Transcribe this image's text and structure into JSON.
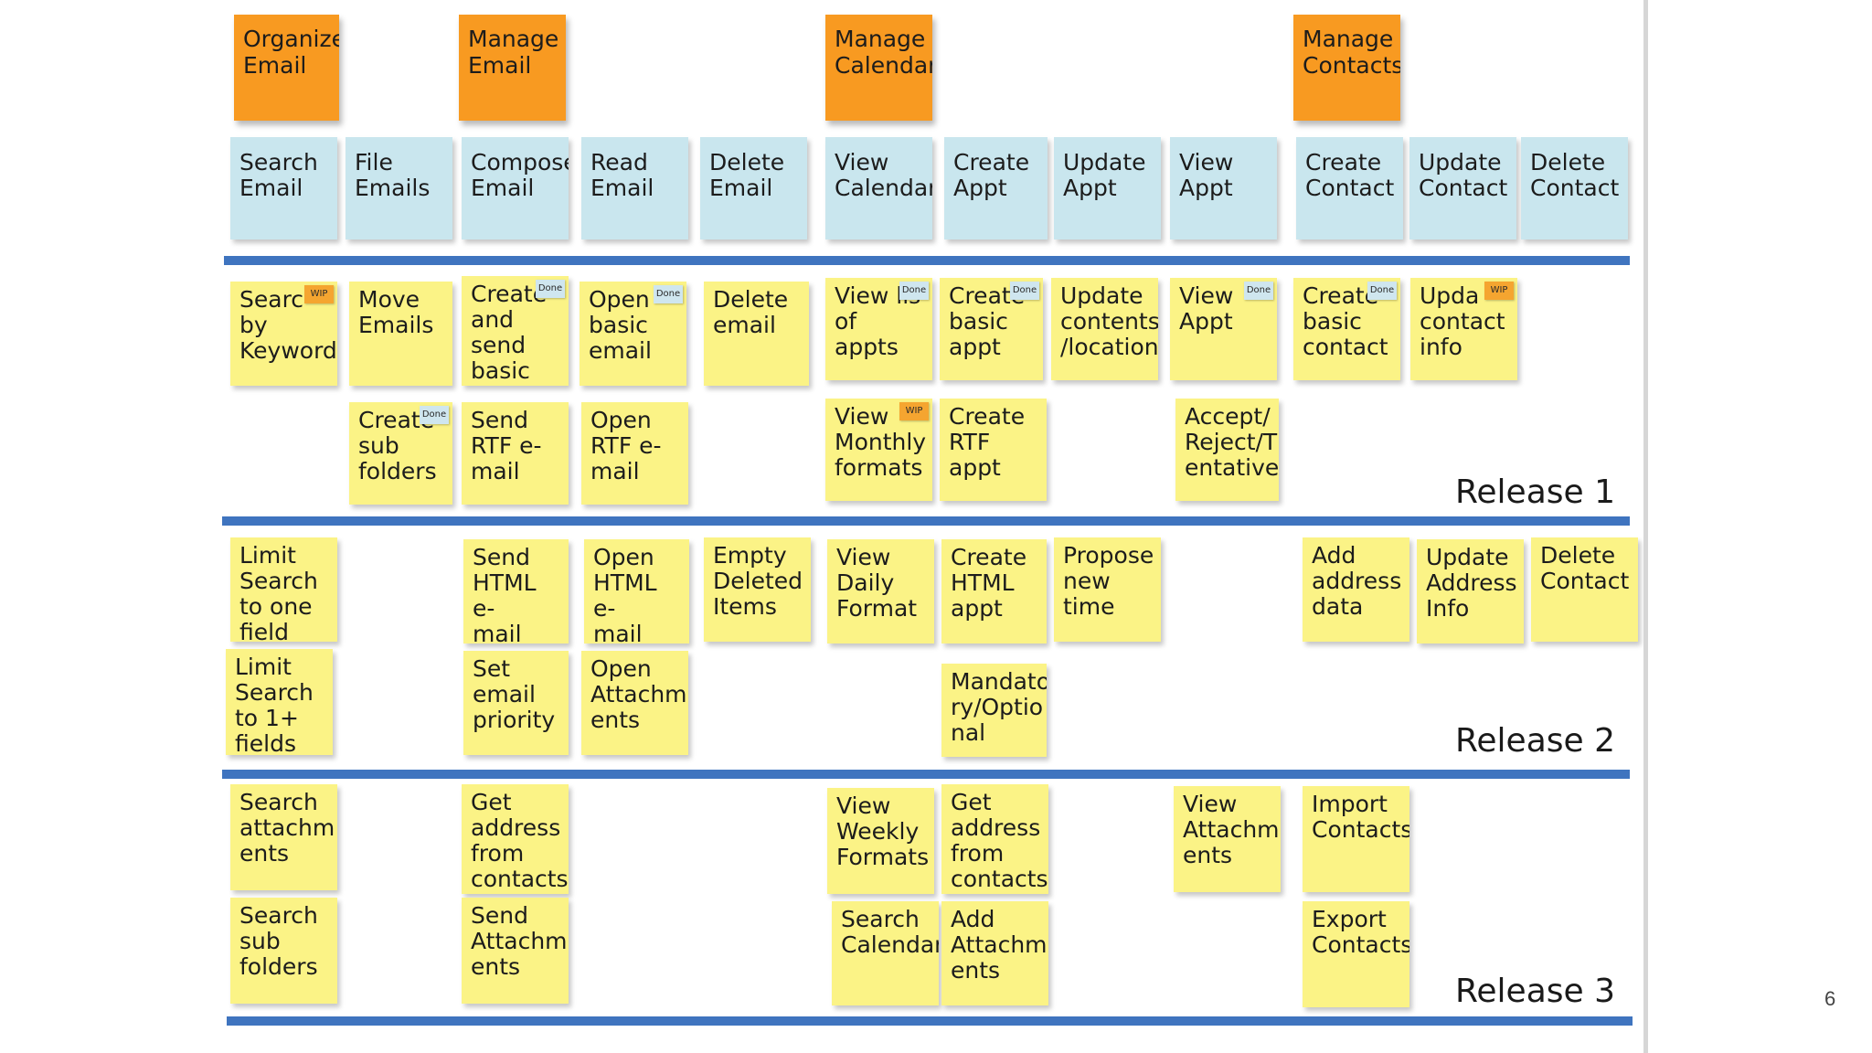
{
  "activities": [
    {
      "id": "organize-email",
      "text": "Organize\nEmail"
    },
    {
      "id": "manage-email",
      "text": "Manage\nEmail"
    },
    {
      "id": "manage-calendar",
      "text": "Manage\nCalendar"
    },
    {
      "id": "manage-contacts",
      "text": "Manage\nContacts"
    }
  ],
  "tasks": [
    {
      "id": "search-email",
      "text": "Search\nEmail"
    },
    {
      "id": "file-emails",
      "text": "File\nEmails"
    },
    {
      "id": "compose-email",
      "text": "Compose\nEmail"
    },
    {
      "id": "read-email",
      "text": "Read\nEmail"
    },
    {
      "id": "delete-email",
      "text": "Delete\nEmail"
    },
    {
      "id": "view-calendar",
      "text": "View\nCalendar"
    },
    {
      "id": "create-appt",
      "text": "Create\nAppt"
    },
    {
      "id": "update-appt",
      "text": "Update\nAppt"
    },
    {
      "id": "view-appt",
      "text": "View\nAppt"
    },
    {
      "id": "create-contact",
      "text": "Create\nContact"
    },
    {
      "id": "update-contact",
      "text": "Update\nContact"
    },
    {
      "id": "delete-contact",
      "text": "Delete\nContact"
    }
  ],
  "releases": [
    {
      "label": "Release 1",
      "stories": [
        {
          "id": "search-by-keyword",
          "text": "Searc\nby\nKeyword",
          "tag": "WIP"
        },
        {
          "id": "move-emails",
          "text": "Move\nEmails"
        },
        {
          "id": "create-send-basic-email",
          "text": "Create\nand send\nbasic\nemail",
          "tag": "Done"
        },
        {
          "id": "open-basic-email",
          "text": "Open\nbasic\nemail",
          "tag": "Done"
        },
        {
          "id": "delete-email-story",
          "text": "Delete\nemail"
        },
        {
          "id": "view-list-of-appts",
          "text": "View lis\nof appts",
          "tag": "Done"
        },
        {
          "id": "create-basic-appt",
          "text": "Create\nbasic\nappt",
          "tag": "Done"
        },
        {
          "id": "update-contents-location",
          "text": "Update\ncontents\n/location"
        },
        {
          "id": "view-appt-story",
          "text": "View\nAppt",
          "tag": "Done"
        },
        {
          "id": "create-basic-contact",
          "text": "Create\nbasic\ncontact",
          "tag": "Done"
        },
        {
          "id": "update-contact-info",
          "text": "Upda\ncontact\ninfo",
          "tag": "WIP"
        },
        {
          "id": "create-sub-folders",
          "text": "Create\nsub\nfolders",
          "tag": "Done"
        },
        {
          "id": "send-rtf-email",
          "text": "Send\nRTF e-\nmail"
        },
        {
          "id": "open-rtf-email",
          "text": "Open\nRTF e-\nmail"
        },
        {
          "id": "view-monthly-formats",
          "text": "View\nMonthly\nformats",
          "tag": "WIP"
        },
        {
          "id": "create-rtf-appt",
          "text": "Create\nRTF appt"
        },
        {
          "id": "accept-reject-tentative",
          "text": "Accept/\nReject/T\nentative"
        }
      ]
    },
    {
      "label": "Release 2",
      "stories": [
        {
          "id": "limit-search-one-field",
          "text": "Limit\nSearch\nto one\nfield"
        },
        {
          "id": "send-html-email",
          "text": "Send\nHTML e-\nmail"
        },
        {
          "id": "open-html-email",
          "text": "Open\nHTML e-\nmail"
        },
        {
          "id": "empty-deleted-items",
          "text": "Empty\nDeleted\nItems"
        },
        {
          "id": "view-daily-format",
          "text": "View\nDaily\nFormat"
        },
        {
          "id": "create-html-appt",
          "text": "Create\nHTML\nappt"
        },
        {
          "id": "propose-new-time",
          "text": "Propose\nnew time"
        },
        {
          "id": "add-address-data",
          "text": "Add\naddress\ndata"
        },
        {
          "id": "update-address-info",
          "text": "Update\nAddress\nInfo"
        },
        {
          "id": "delete-contact-story",
          "text": "Delete\nContact"
        },
        {
          "id": "limit-search-1plus-fields",
          "text": "Limit\nSearch\nto 1+\nfields"
        },
        {
          "id": "set-email-priority",
          "text": "Set\nemail\npriority"
        },
        {
          "id": "open-attachments",
          "text": "Open\nAttachm\nents"
        },
        {
          "id": "mandatory-optional",
          "text": "Mandato\nry/Optio\nnal"
        }
      ]
    },
    {
      "label": "Release 3",
      "stories": [
        {
          "id": "search-attachments",
          "text": "Search\nattachm\nents"
        },
        {
          "id": "get-address-from-contacts-email",
          "text": "Get\naddress\nfrom\ncontacts"
        },
        {
          "id": "view-weekly-formats",
          "text": "View\nWeekly\nFormats"
        },
        {
          "id": "get-address-from-contacts-cal",
          "text": "Get\naddress\nfrom\ncontacts"
        },
        {
          "id": "view-attachments",
          "text": "View\nAttachm\nents"
        },
        {
          "id": "import-contacts",
          "text": "Import\nContacts"
        },
        {
          "id": "search-sub-folders",
          "text": "Search\nsub\nfolders"
        },
        {
          "id": "send-attachments",
          "text": "Send\nAttachm\nents"
        },
        {
          "id": "search-calendar",
          "text": "Search\nCalendar"
        },
        {
          "id": "add-attachments",
          "text": "Add\nAttachm\nents"
        },
        {
          "id": "export-contacts",
          "text": "Export\nContacts"
        }
      ]
    }
  ],
  "page_number": "6",
  "colors": {
    "activity": "#f89a21",
    "task": "#c9e6ee",
    "story": "#fbf386",
    "divider": "#3f74bf",
    "wip_tag": "#f5a530",
    "done_tag": "#cfe6ef"
  }
}
